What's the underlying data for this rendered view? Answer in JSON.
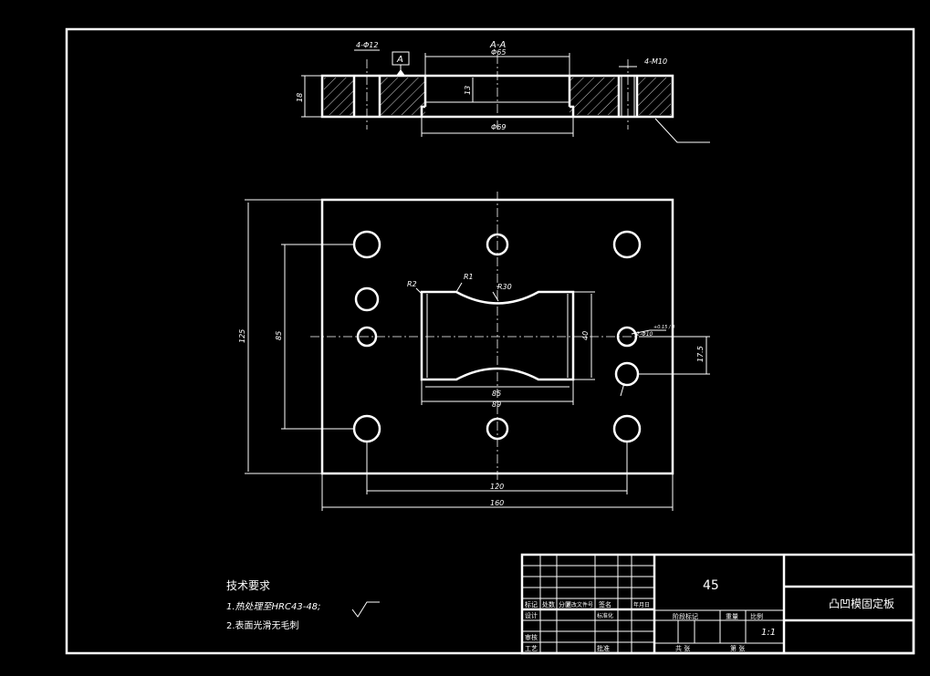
{
  "section_view": {
    "title": "A-A",
    "datum": "A",
    "dims": {
      "holes_left": "4-Φ12",
      "holes_right": "4-M10",
      "top_bore": "Φ65",
      "bottom_bore": "Φ69",
      "thickness": "18",
      "depth": "13"
    }
  },
  "plan_view": {
    "labels": {
      "r2": "R2",
      "r1": "R1",
      "r30": "R30",
      "pin": "2-Φ10",
      "tol": "+0.15 / 0",
      "pitch": "17.5",
      "h_total": "125",
      "h_holes": "85",
      "cav_h": "40",
      "cav_w1": "85",
      "cav_w2": "89",
      "w_holes": "120",
      "w_total": "160"
    }
  },
  "tech_req": {
    "title": "技术要求",
    "line1": "1.热处理至HRC43-48;",
    "line2": "2.表面光滑无毛刺"
  },
  "title_block": {
    "material": "45",
    "part_name": "凸凹模固定板",
    "scale": "1:1",
    "col_headers": [
      "阶段标记",
      "重量",
      "比例"
    ],
    "row_labels": [
      "标记",
      "处数",
      "分区",
      "更改文件号",
      "签名",
      "年月日"
    ],
    "designer": "设计",
    "standard": "标准化",
    "checker": "审核",
    "process": "工艺",
    "approve": "批准",
    "sheet_total": "共 张",
    "sheet_no": "第 张"
  }
}
